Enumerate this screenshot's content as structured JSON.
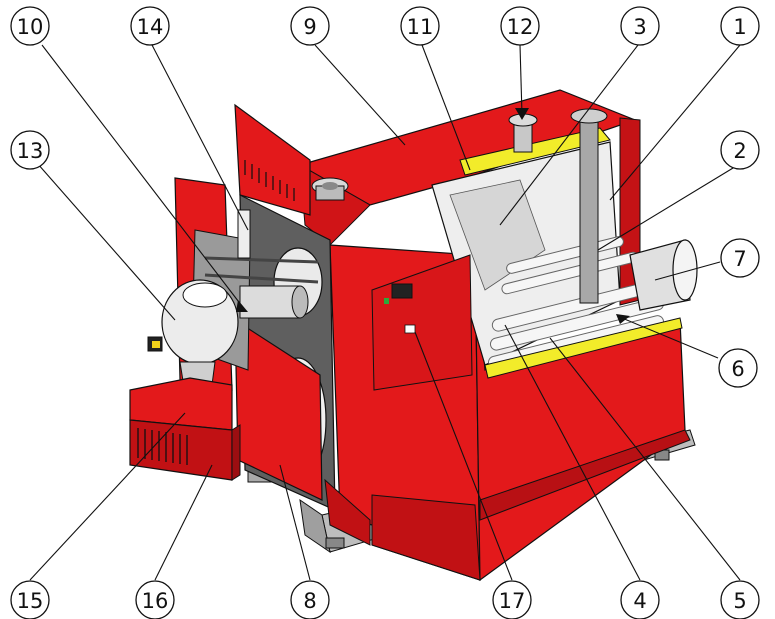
{
  "colors": {
    "boiler_red": "#e3191b",
    "boiler_dark_red": "#b81014",
    "insulation_yellow": "#f2ec2a",
    "interior_light": "#eeeeee",
    "steel_grey": "#8a8a8a",
    "base_grey": "#b9b9b9",
    "outline": "#111111"
  },
  "callouts": [
    {
      "id": "c1",
      "label": "1"
    },
    {
      "id": "c2",
      "label": "2"
    },
    {
      "id": "c3",
      "label": "3"
    },
    {
      "id": "c4",
      "label": "4"
    },
    {
      "id": "c5",
      "label": "5"
    },
    {
      "id": "c6",
      "label": "6"
    },
    {
      "id": "c7",
      "label": "7"
    },
    {
      "id": "c8",
      "label": "8"
    },
    {
      "id": "c9",
      "label": "9"
    },
    {
      "id": "c10",
      "label": "10"
    },
    {
      "id": "c11",
      "label": "11"
    },
    {
      "id": "c12",
      "label": "12"
    },
    {
      "id": "c13",
      "label": "13"
    },
    {
      "id": "c14",
      "label": "14"
    },
    {
      "id": "c15",
      "label": "15"
    },
    {
      "id": "c16",
      "label": "16"
    },
    {
      "id": "c17",
      "label": "17"
    }
  ]
}
